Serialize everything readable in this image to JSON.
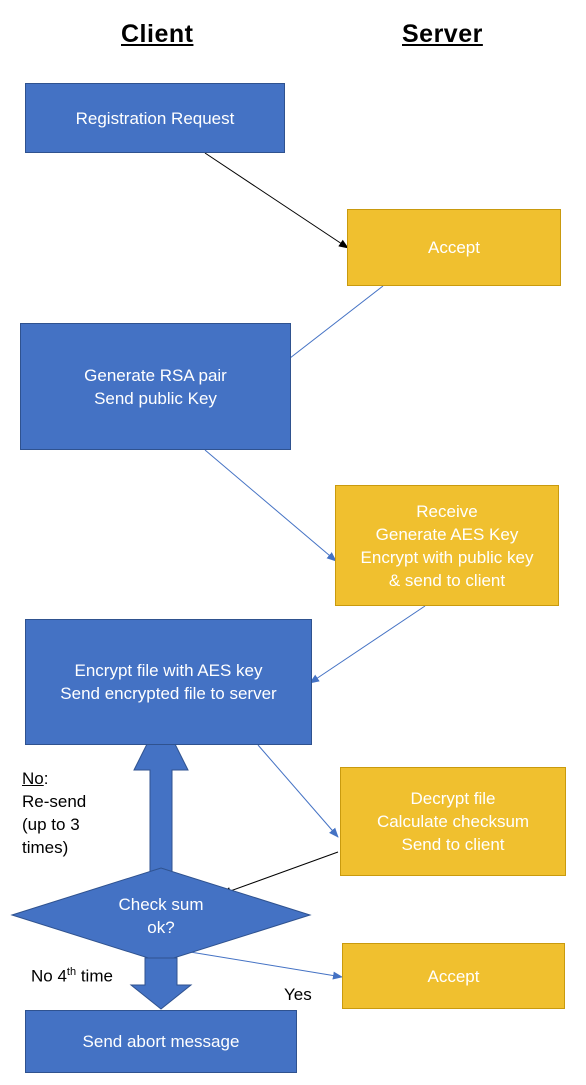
{
  "headers": {
    "client": "Client",
    "server": "Server"
  },
  "nodes": {
    "registration_request": "Registration Request",
    "accept_1": "Accept",
    "generate_rsa": [
      "Generate RSA pair",
      "Send public Key"
    ],
    "receive": [
      "Receive",
      "Generate AES Key",
      "Encrypt with public key",
      "& send to client"
    ],
    "encrypt_file": [
      "Encrypt file with AES key",
      "Send encrypted file to server"
    ],
    "decrypt_file": [
      "Decrypt file",
      "Calculate checksum",
      "Send to client"
    ],
    "checksum": [
      "Check sum",
      "ok?"
    ],
    "accept_2": "Accept",
    "send_abort": "Send abort message"
  },
  "labels": {
    "no": "No",
    "no_rest": ":",
    "resend": [
      "Re-send",
      "(up to 3",
      "times)"
    ],
    "no_4th_prefix": "No 4",
    "no_4th_sup": "th",
    "no_4th_suffix": " time",
    "yes": "Yes"
  },
  "colors": {
    "client_box": "#4472c4",
    "server_box": "#f0c02f",
    "connector_black": "#000000",
    "connector_blue": "#4472c4"
  }
}
